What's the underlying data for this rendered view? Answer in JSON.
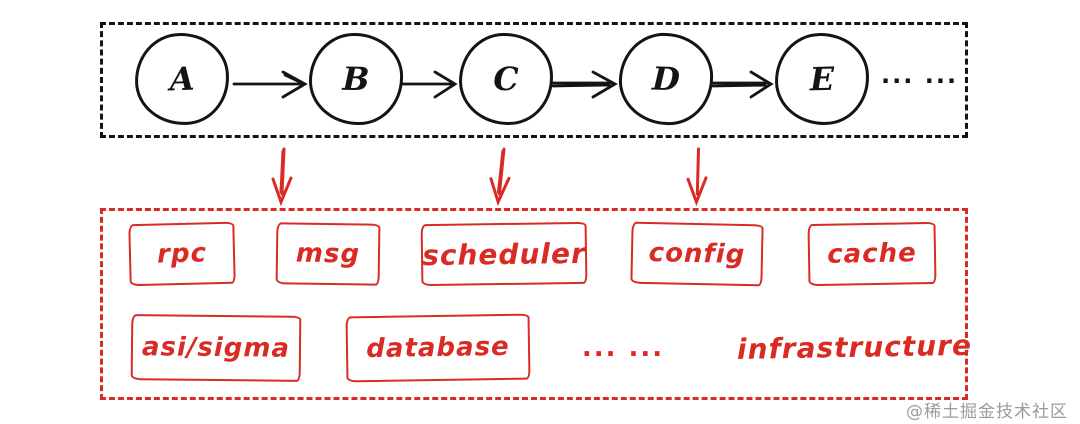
{
  "colors": {
    "ink": "#141414",
    "accent_red": "#d92b24",
    "watermark_gray": "#9b9b9b",
    "background": "#ffffff"
  },
  "chain": {
    "nodes": [
      "A",
      "B",
      "C",
      "D",
      "E"
    ],
    "ellipsis": "... ..."
  },
  "infrastructure": {
    "row1": [
      "rpc",
      "msg",
      "scheduler",
      "config",
      "cache"
    ],
    "row2": [
      "asi/sigma",
      "database"
    ],
    "ellipsis": "... ...",
    "label": "infrastructure"
  },
  "watermark": {
    "text": "@稀土掘金技术社区"
  }
}
